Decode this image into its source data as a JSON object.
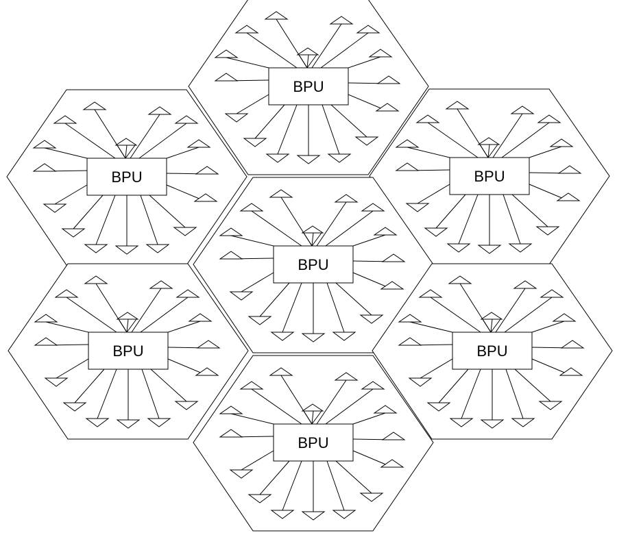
{
  "diagram": {
    "title": "Cellular network of BPU cells",
    "cells": [
      {
        "id": "top",
        "label": "BPU"
      },
      {
        "id": "upper-left",
        "label": "BPU"
      },
      {
        "id": "upper-right",
        "label": "BPU"
      },
      {
        "id": "center",
        "label": "BPU"
      },
      {
        "id": "lower-left",
        "label": "BPU"
      },
      {
        "id": "lower-right",
        "label": "BPU"
      },
      {
        "id": "bottom",
        "label": "BPU"
      }
    ],
    "antennas_per_cell": 16,
    "colors": {
      "stroke": "#000000",
      "fill": "#ffffff"
    }
  }
}
